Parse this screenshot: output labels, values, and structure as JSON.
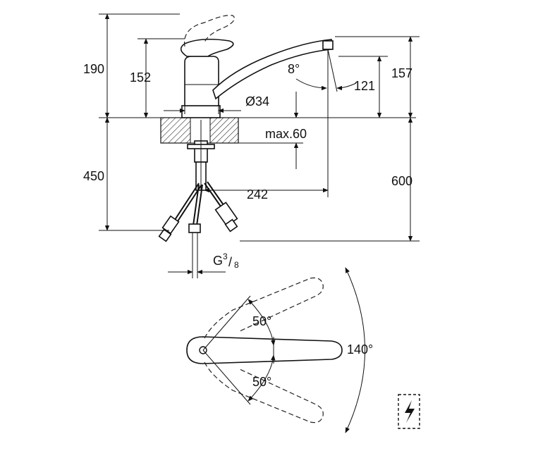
{
  "dimensions": {
    "h190": "190",
    "h152": "152",
    "h450": "450",
    "angle_spray": "8°",
    "diameter": "Ø34",
    "max_thickness": "max.60",
    "reach": "242",
    "h121": "121",
    "h157": "157",
    "h600": "600",
    "thread_prefix": "G",
    "thread_num": "3",
    "thread_den": "8"
  },
  "top_view": {
    "angle_upper": "50°",
    "angle_lower": "50°",
    "swivel_total": "140°"
  },
  "icons": {
    "voltage_symbol": "high-voltage-warning-icon"
  }
}
